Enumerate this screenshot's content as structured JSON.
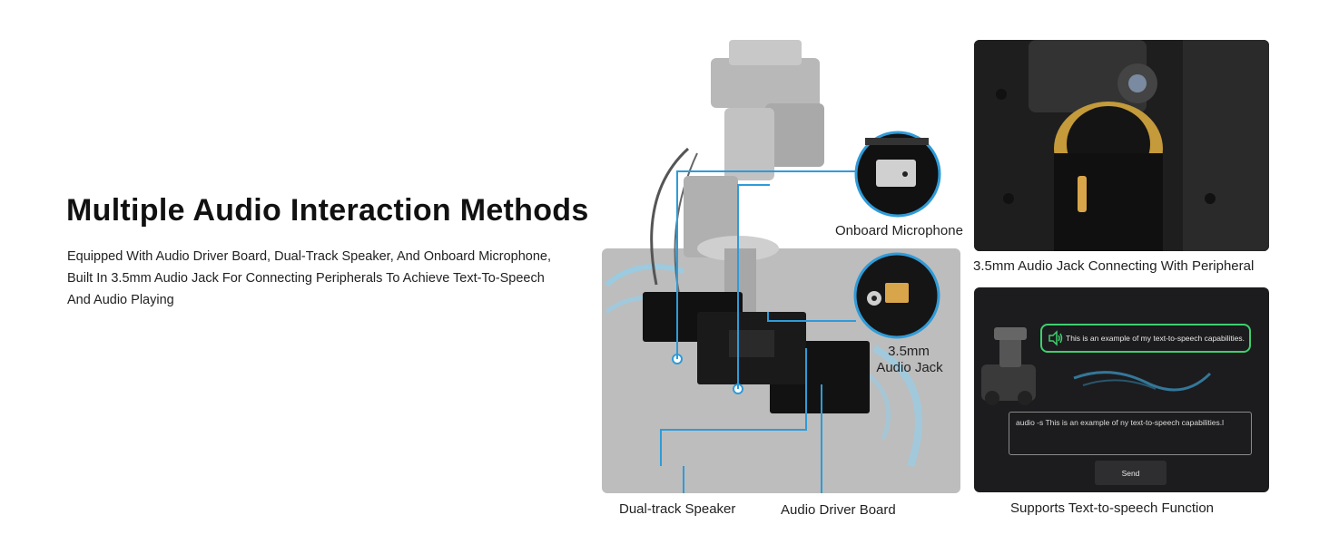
{
  "heading": "Multiple Audio Interaction Methods",
  "description": {
    "line1": "Equipped With Audio Driver Board, Dual-Track Speaker, And Onboard Microphone,",
    "line2": "Built In 3.5mm Audio Jack For Connecting Peripherals To Achieve Text-To-Speech",
    "line3": "And Audio Playing"
  },
  "callouts": {
    "microphone": "Onboard Microphone",
    "audio_jack_line1": "3.5mm",
    "audio_jack_line2": "Audio Jack",
    "speaker": "Dual-track Speaker",
    "driver_board": "Audio Driver Board"
  },
  "panels": {
    "peripheral_caption": "3.5mm Audio Jack Connecting With Peripheral",
    "tts_caption": "Supports Text-to-speech Function",
    "tts_bubble_text": "This is an example of my text-to-speech capabilities.",
    "tts_command": "audio -s This is an example of ny text-to-speech capabilities.l",
    "send_label": "Send"
  },
  "colors": {
    "accent_blue": "#2f9bd8",
    "tts_green": "#3ecf6e"
  },
  "icons": [
    "speaker-icon",
    "microphone-chip-icon",
    "audio-jack-icon"
  ]
}
